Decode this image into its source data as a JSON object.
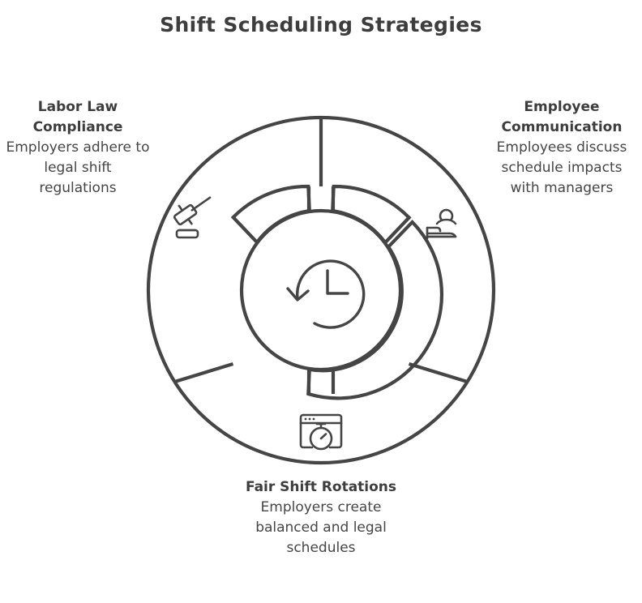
{
  "page": {
    "title": "Shift Scheduling Strategies",
    "background_color": "#ffffff",
    "stroke_color": "#454545",
    "text_color": "#3d3d3d"
  },
  "diagram": {
    "type": "cycle-ring",
    "center_icon": {
      "name": "rotate-clock-icon",
      "description": "circular counter-clockwise arrow with clock hands"
    },
    "segments": [
      {
        "id": "labor-law-compliance",
        "position": "left",
        "title": "Labor Law Compliance",
        "description": "Employers adhere to legal shift regulations",
        "icon": "gavel-icon"
      },
      {
        "id": "employee-communication",
        "position": "right",
        "title": "Employee Communication",
        "description": "Employees discuss schedule impacts with managers",
        "icon": "presenter-desk-icon"
      },
      {
        "id": "fair-shift-rotations",
        "position": "bottom",
        "title": "Fair Shift Rotations",
        "description": "Employers create balanced and legal schedules",
        "icon": "browser-stopwatch-icon"
      }
    ]
  }
}
